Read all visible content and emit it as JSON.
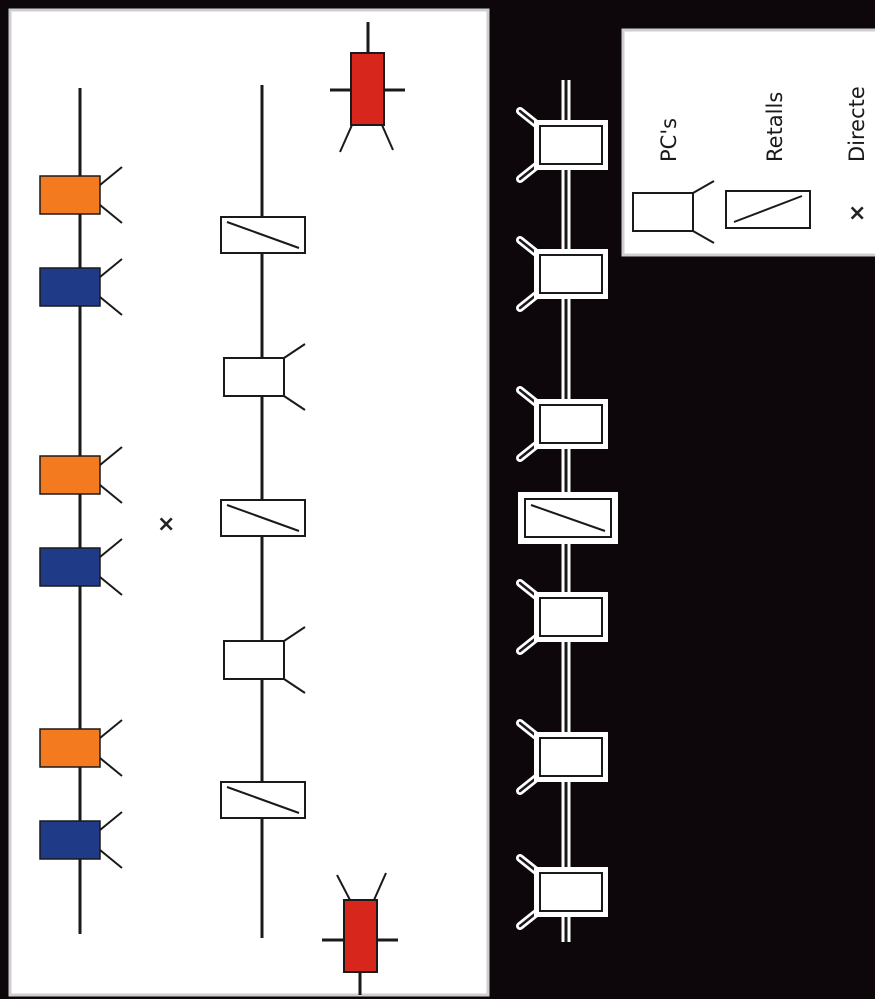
{
  "colors": {
    "background": "#0d070b",
    "panel": "#ffffff",
    "orange": "#f47a20",
    "navy": "#1f3a87",
    "red": "#d7261b",
    "line": "#1a1a1a"
  },
  "legend": {
    "items": [
      {
        "key": "pc",
        "icon": "pc-symbol-icon",
        "label": "PC's"
      },
      {
        "key": "retalls",
        "icon": "retalls-symbol-icon",
        "label": "Retalls"
      },
      {
        "key": "directe",
        "icon": "cross-icon",
        "label": "Directe",
        "symbol": "×"
      }
    ]
  },
  "left_panel": {
    "direct_marker": "×",
    "left_line_blocks": [
      "orange",
      "navy",
      "orange",
      "navy",
      "orange",
      "navy"
    ],
    "middle_line_blocks": [
      "retalls",
      "pc",
      "retalls",
      "pc",
      "retalls"
    ],
    "red_blocks": [
      "top",
      "bottom"
    ]
  },
  "right_line": {
    "blocks": [
      "pc",
      "pc",
      "pc",
      "retalls",
      "pc",
      "pc",
      "pc"
    ]
  }
}
